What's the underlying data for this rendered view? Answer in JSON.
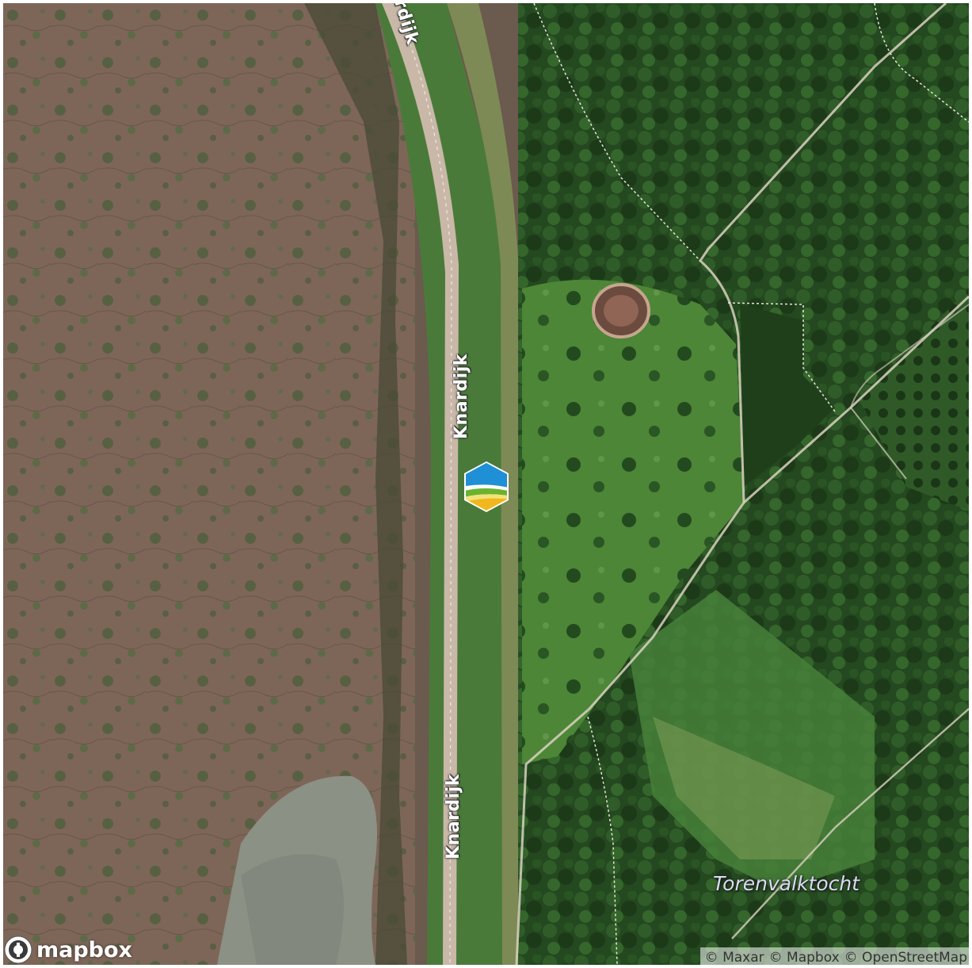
{
  "map": {
    "style": "satellite",
    "road_labels": [
      "rdijk",
      "Knardijk",
      "Knardijk"
    ],
    "trail_label": "Torenvalktocht",
    "marker_icon": "nature-reserve-hexagon-icon",
    "logo_text": "mapbox",
    "attribution": [
      "© Maxar",
      "© Mapbox",
      "© OpenStreetMap"
    ]
  },
  "colors": {
    "marsh": "#7a6456",
    "forest": "#234a1f",
    "meadow": "#4e8a35",
    "road": "#c9b8a8",
    "water": "#8a8f82",
    "path": "#d8d2c4"
  }
}
